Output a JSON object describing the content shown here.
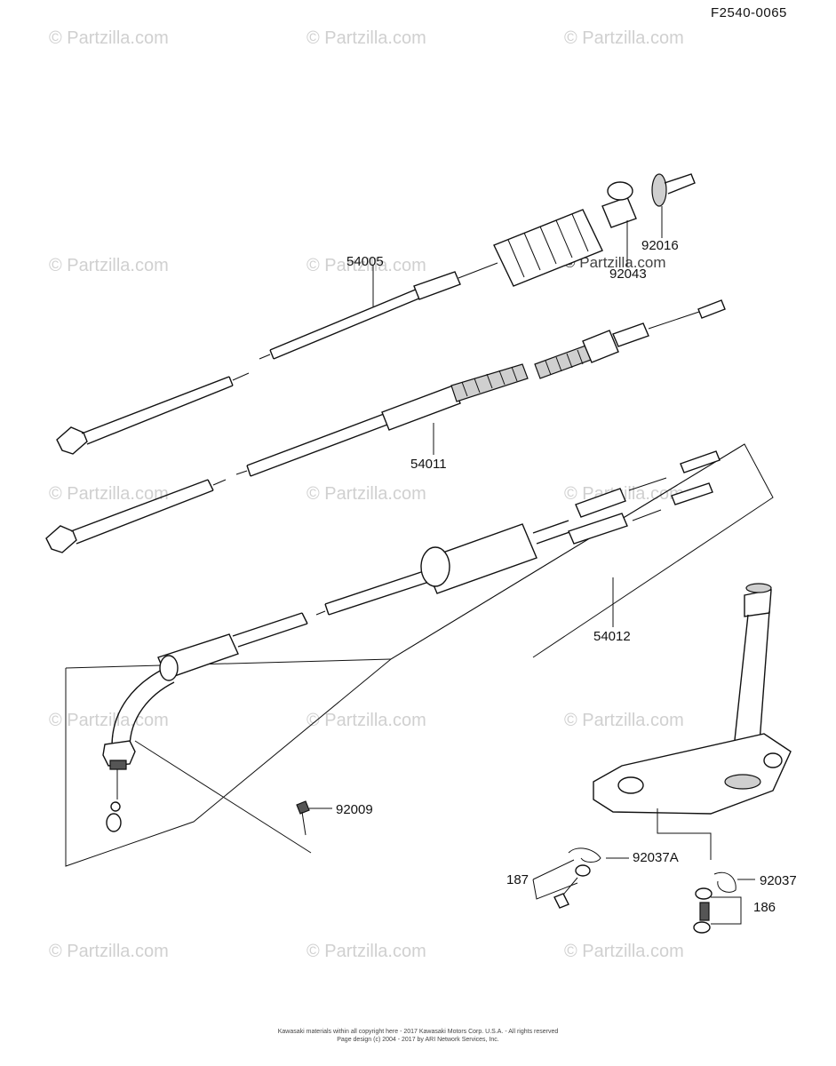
{
  "figure_code": "F2540-0065",
  "watermark_text": "© Partzilla.com",
  "callouts": {
    "p54005": "54005",
    "p92016": "92016",
    "p92043": "92043",
    "p54011": "54011",
    "p54012": "54012",
    "p92009": "92009",
    "p92037A": "92037A",
    "p187": "187",
    "p92037": "92037",
    "p186": "186"
  },
  "footer": {
    "line1": "Kawasaki materials within all copyright here - 2017 Kawasaki Motors Corp. U.S.A. - All rights reserved",
    "line2": "Page design (c) 2004 - 2017 by ARI Network Services, Inc."
  }
}
